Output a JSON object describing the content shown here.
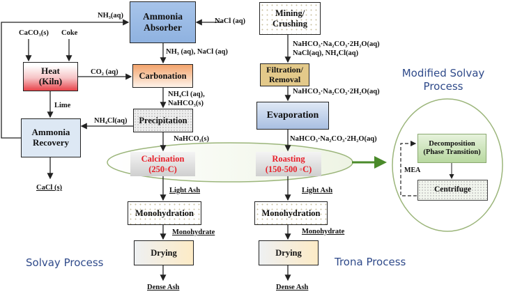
{
  "titles": {
    "solvay": "Solvay Process",
    "trona": "Trona Process",
    "modified_line1": "Modified Solvay",
    "modified_line2": "Process"
  },
  "solvay": {
    "ammonia_absorber": [
      "Ammonia",
      "Absorber"
    ],
    "heat_kiln": [
      "Heat",
      "(Kiln)"
    ],
    "carbonation": "Carbonation",
    "precipitation": "Precipitation",
    "ammonia_recovery": [
      "Ammonia",
      "Recovery"
    ],
    "calcination": [
      "Calcination",
      "(250◦C)"
    ],
    "monohydration": "Monohydration",
    "drying": "Drying",
    "labels": {
      "nh3_in": "NH₃(aq)",
      "nacl_in": "NaCl (aq)",
      "caco3": "CaCO₃(s)",
      "coke": "Coke",
      "co2": "CO₂ (aq)",
      "nh3_nacl": "NH₃ (aq), NaCl (aq)",
      "nh4cl_nahco3_1": "NH₄Cl (aq),",
      "nh4cl_nahco3_2": "NaHCO₃(s)",
      "lime": "Lime",
      "nh4cl_recycle": "NH₄Cl(aq)",
      "nahco3": "NaHCO₃(s)",
      "cacl": "CaCl (s)",
      "light_ash": "Light Ash",
      "monohydrate": "Monohydrate",
      "dense_ash": "Dense Ash"
    }
  },
  "trona": {
    "mining": [
      "Mining/",
      "Crushing"
    ],
    "filtration": [
      "Filtration/",
      "Removal"
    ],
    "evaporation": "Evaporation",
    "roasting": [
      "Roasting",
      "(150-500 ◦C)"
    ],
    "monohydration": "Monohydration",
    "drying": "Drying",
    "labels": {
      "after_mining_1": "NaHCO₃·Na₂CO₃·2H₂O(aq)",
      "after_mining_2": "NaCl(aq), NH₄Cl(aq)",
      "after_filtration": "NaHCO₃·Na₂CO₃·2H₂O(aq)",
      "after_evaporation": "NaHCO₃·Na₂CO₃·2H₂O(aq)",
      "light_ash": "Light Ash",
      "monohydrate": "Monohydrate",
      "dense_ash": "Dense Ash"
    }
  },
  "modified": {
    "decomposition": [
      "Decomposition",
      "(Phase Transition)"
    ],
    "centrifuge": "Centrifuge",
    "mea": "MEA"
  },
  "colors": {
    "title_blue": "#2f4a8a",
    "absorber_blue": "#9dbde6",
    "recovery_blue": "#dde8f4",
    "kiln_red": "#e8434a",
    "carbonation_orange": "#f2a36b",
    "filtration_tan": "#e3c98a",
    "evaporation_blue": "#b4c8e6",
    "hot_red": "#e8202a",
    "ellipse_green": "#8fae6a",
    "arrow_green": "#4a8a2a",
    "decomp_green": "#b8d8a0"
  }
}
